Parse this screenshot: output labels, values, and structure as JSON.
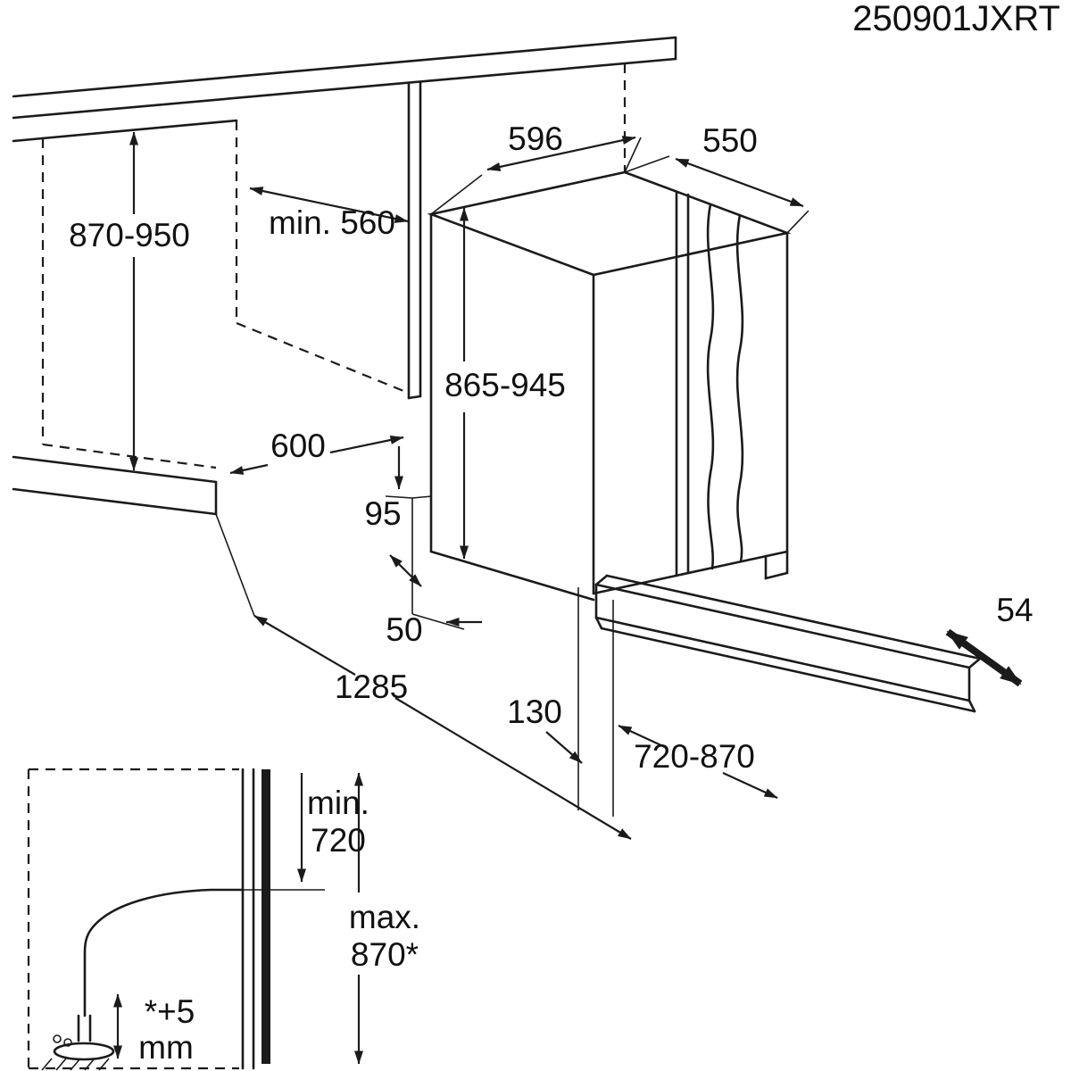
{
  "model_code": "250901JXRT",
  "dims": {
    "counter_height": "870-950",
    "niche_depth_min": "min. 560",
    "width": "596",
    "depth_top": "550",
    "body_height": "865-945",
    "cabinet_depth": "600",
    "plinth_gap": "95",
    "plinth_recess": "50",
    "total_depth_door_open": "1285",
    "floor_clearance": "130",
    "door_open_length": "720-870",
    "door_thickness": "54"
  },
  "inset": {
    "min_word": "min.",
    "min_value": "720",
    "max_word": "max.",
    "max_value": "870*",
    "adjust_value": "*+5",
    "adjust_unit": "mm"
  },
  "colors": {
    "line": "#1b1b1b",
    "background": "#ffffff"
  }
}
